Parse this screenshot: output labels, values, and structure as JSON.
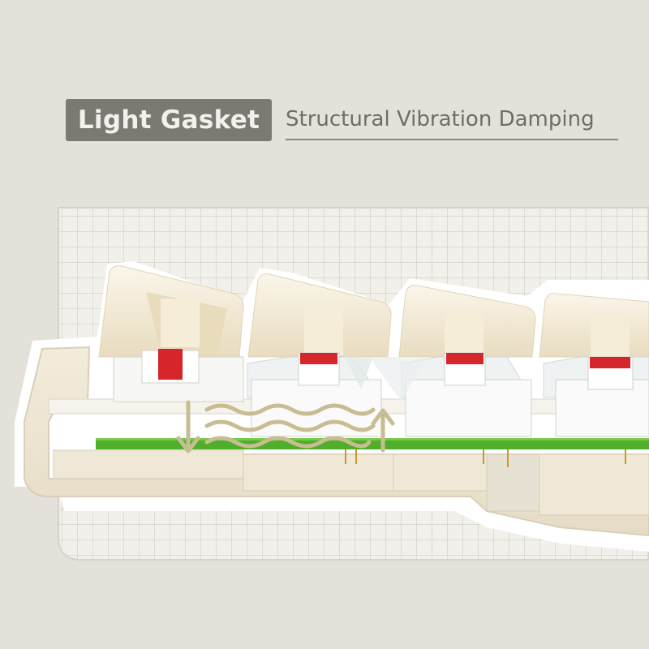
{
  "heading": {
    "badge": "Light Gasket",
    "subtitle": "Structural Vibration Damping"
  },
  "colors": {
    "background": "#e4e0da",
    "badge_bg": "#7a7a72",
    "badge_text": "#f3f1ec",
    "subtitle_text": "#6f6d66",
    "grid_board": "#f1efea",
    "keycap": "#f4ecd8",
    "pcb": "#4fae2a",
    "switch_stem": "#d7262b",
    "arrow": "#c8bd92"
  },
  "illustration": {
    "keycap_count": 4,
    "icons": [
      "down-arrow-icon",
      "up-arrow-icon",
      "wave-icon"
    ]
  }
}
